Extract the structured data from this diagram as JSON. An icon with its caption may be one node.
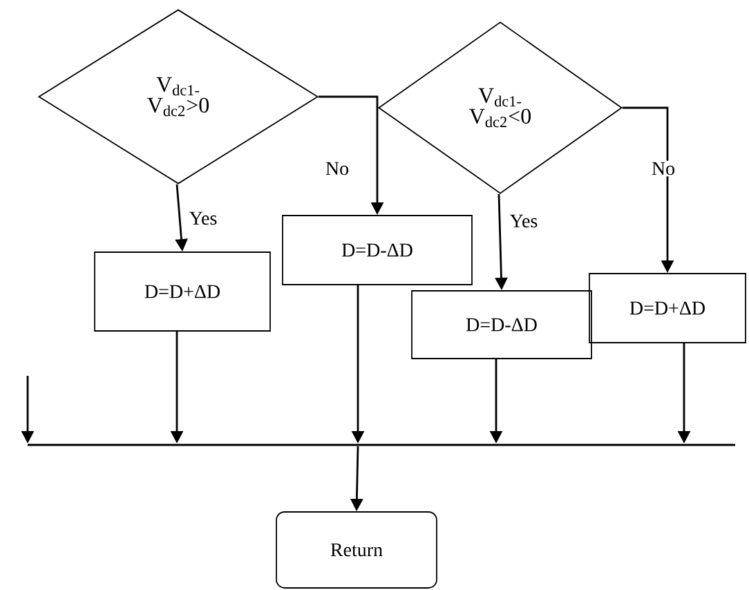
{
  "diagram": {
    "nodes": [
      {
        "text": [
          "V$_{dc1-}$ V$_{dc2}$>0"
        ]
      },
      {
        "text": [
          "D=D+ΔD"
        ]
      },
      {
        "text": [
          "D=D-ΔD"
        ]
      },
      {
        "text": [
          "V$_{dc1-}$ V$_{dc2}$<0"
        ]
      },
      {
        "text": [
          "D=D-ΔD"
        ]
      },
      {
        "text": [
          "D=D+ΔD"
        ]
      },
      {
        "text": [],
        "shape": "bar"
      },
      {
        "text": [
          "Return"
        ]
      }
    ],
    "edges": [
      {
        "from": 0,
        "to": 1,
        "arrow": "to",
        "label": "Yes"
      },
      {
        "from": 0,
        "to": 2,
        "arrow": "to",
        "label": "No"
      },
      {
        "from": 3,
        "to": 4,
        "arrow": "to",
        "label": "Yes"
      },
      {
        "from": 3,
        "to": 5,
        "arrow": "to",
        "label": "No"
      },
      {
        "from": null,
        "to": 6,
        "arrow": "to"
      },
      {
        "from": 1,
        "to": 6,
        "arrow": "to"
      },
      {
        "from": 2,
        "to": 6,
        "arrow": "to"
      },
      {
        "from": 4,
        "to": 6,
        "arrow": "to"
      },
      {
        "from": 5,
        "to": 6,
        "arrow": "to"
      },
      {
        "from": 6,
        "to": 7,
        "arrow": "to"
      }
    ]
  }
}
